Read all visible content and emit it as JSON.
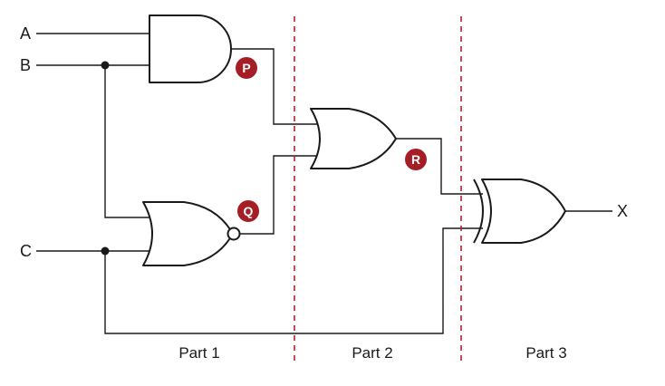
{
  "colors": {
    "wire": "#1a1a1a",
    "divider": "#b5202e",
    "badge": "#a51d25",
    "badge_text": "#ffffff"
  },
  "inputs": {
    "a": "A",
    "b": "B",
    "c": "C"
  },
  "output": {
    "x": "X"
  },
  "nodes": {
    "p": "P",
    "q": "Q",
    "r": "R"
  },
  "gates": [
    {
      "type": "AND",
      "inputs": [
        "A",
        "B"
      ],
      "output": "P"
    },
    {
      "type": "NOR",
      "inputs": [
        "B",
        "C"
      ],
      "output": "Q"
    },
    {
      "type": "OR",
      "inputs": [
        "P",
        "Q"
      ],
      "output": "R"
    },
    {
      "type": "XOR",
      "inputs": [
        "R",
        "C"
      ],
      "output": "X"
    }
  ],
  "parts": {
    "part1": "Part 1",
    "part2": "Part 2",
    "part3": "Part 3"
  }
}
